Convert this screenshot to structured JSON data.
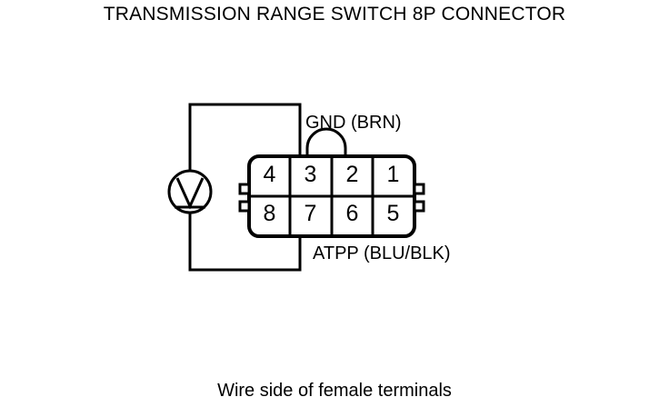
{
  "diagram": {
    "title": "TRANSMISSION RANGE SWITCH 8P CONNECTOR",
    "caption": "Wire side of female terminals",
    "line_color": "#000000",
    "background_color": "#ffffff",
    "connector": {
      "name": "Transmission Range Switch 8P Connector",
      "pin_count": 8,
      "rows": [
        {
          "pins": [
            "4",
            "3",
            "2",
            "1"
          ]
        },
        {
          "pins": [
            "8",
            "7",
            "6",
            "5"
          ]
        }
      ]
    },
    "leads": [
      {
        "id": "gnd",
        "label": "GND (BRN)",
        "pin": "3",
        "signal": "GND",
        "wire_color": "BRN",
        "crossing": "hop-arc"
      },
      {
        "id": "atpp",
        "label": "ATPP (BLU/BLK)",
        "pin": "7",
        "signal": "ATPP",
        "wire_color": "BLU/BLK",
        "crossing": "none"
      }
    ],
    "instrument": {
      "type": "voltmeter",
      "symbol": "V",
      "icon": "voltmeter-icon"
    }
  }
}
